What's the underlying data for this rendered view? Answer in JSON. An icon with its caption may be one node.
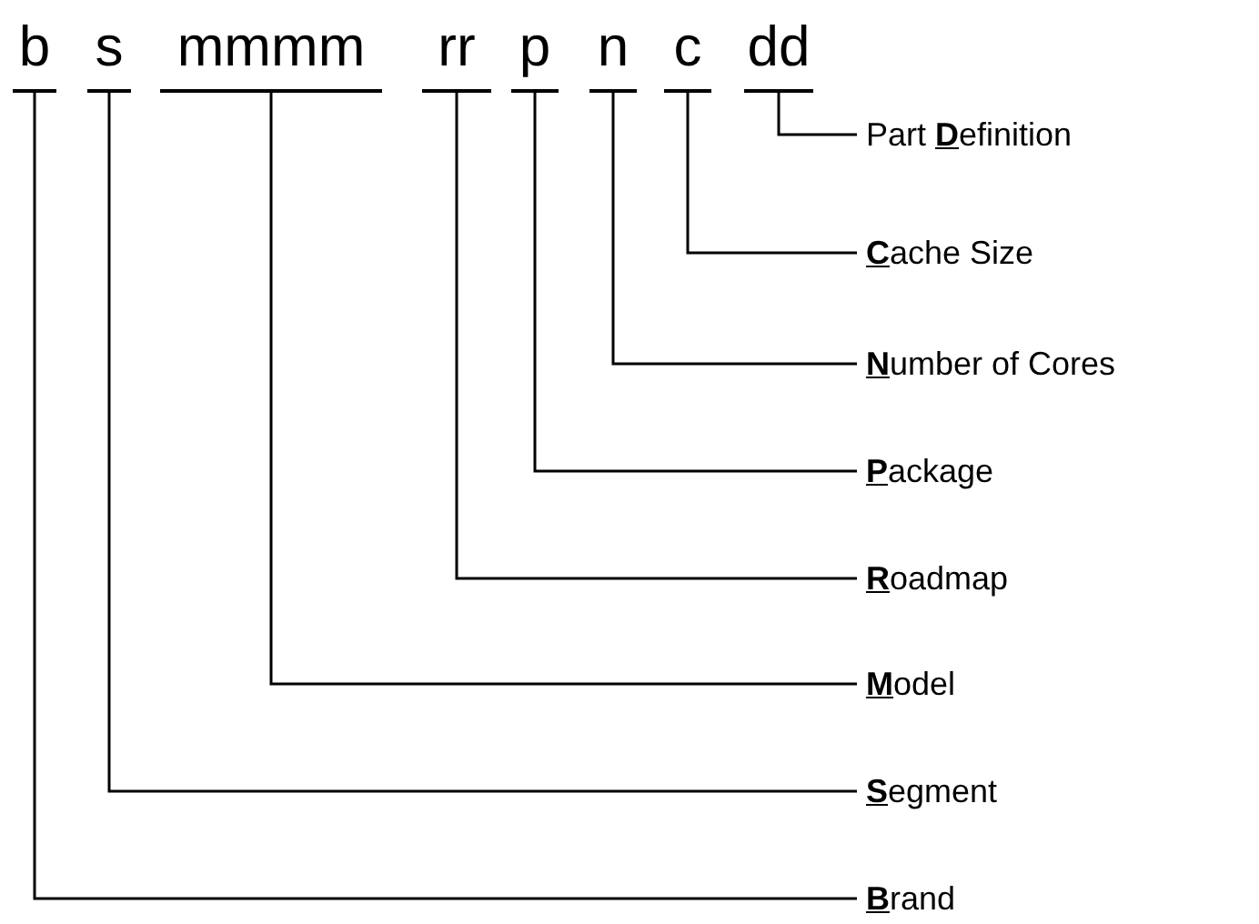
{
  "diagram": {
    "nodes": [
      {
        "text": [
          "b"
        ]
      },
      {
        "text": [
          "s"
        ]
      },
      {
        "text": [
          "mmmm"
        ]
      },
      {
        "text": [
          "rr"
        ]
      },
      {
        "text": [
          "p"
        ]
      },
      {
        "text": [
          "n"
        ]
      },
      {
        "text": [
          "c"
        ]
      },
      {
        "text": [
          "dd"
        ]
      },
      {
        "text": [
          "Part **D**efinition"
        ]
      },
      {
        "text": [
          "**C**ache Size"
        ]
      },
      {
        "text": [
          "**N**umber of Cores"
        ]
      },
      {
        "text": [
          "**P**ackage"
        ]
      },
      {
        "text": [
          "**R**oadmap"
        ]
      },
      {
        "text": [
          "**M**odel"
        ]
      },
      {
        "text": [
          "**S**egment"
        ]
      },
      {
        "text": [
          "**B**rand"
        ]
      }
    ],
    "edges": [
      {
        "from": 7,
        "to": 8,
        "arrow": "none"
      },
      {
        "from": 6,
        "to": 9,
        "arrow": "none"
      },
      {
        "from": 5,
        "to": 10,
        "arrow": "none"
      },
      {
        "from": 4,
        "to": 11,
        "arrow": "none"
      },
      {
        "from": 3,
        "to": 12,
        "arrow": "none"
      },
      {
        "from": 2,
        "to": 13,
        "arrow": "none"
      },
      {
        "from": 1,
        "to": 14,
        "arrow": "none"
      },
      {
        "from": 0,
        "to": 15,
        "arrow": "none"
      }
    ]
  }
}
